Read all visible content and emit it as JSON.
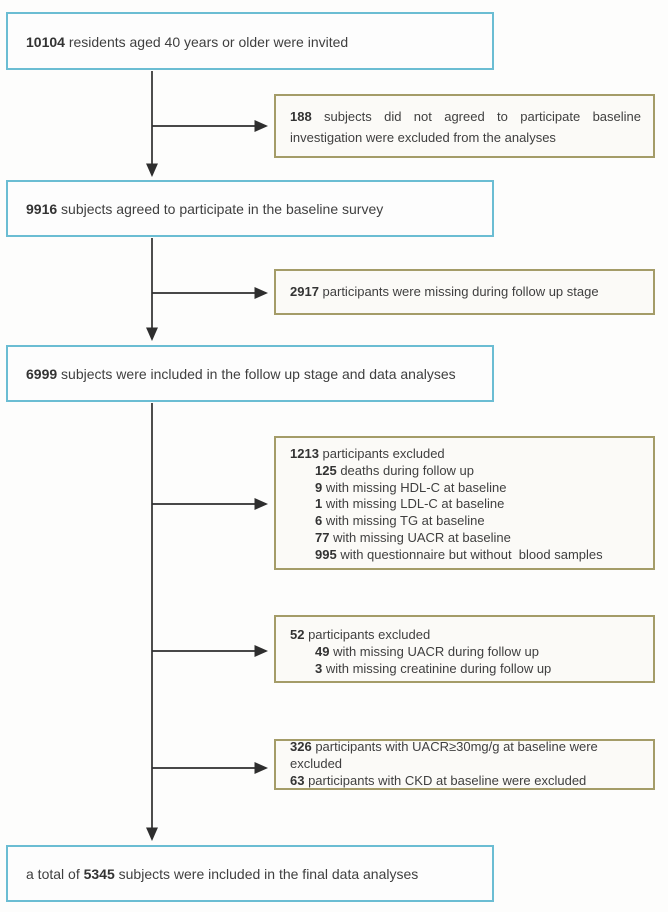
{
  "colors": {
    "main_box_border": "#6bbdd3",
    "side_box_border": "#a49c68",
    "arrow": "#2e2e2e",
    "text": "#3f3f3f"
  },
  "flow": {
    "main_boxes": [
      {
        "number": "10104",
        "text": " residents aged 40 years or older were invited"
      },
      {
        "number": "9916",
        "text": " subjects agreed to participate in the baseline survey"
      },
      {
        "number": "6999",
        "text": " subjects were included in the follow up stage and data analyses"
      },
      {
        "prefix": "a total of ",
        "number": "5345",
        "text": " subjects were included in the final data analyses"
      }
    ],
    "side_boxes": [
      {
        "lines": [
          {
            "number": "188",
            "text": " subjects did not agreed to participate baseline investigation were excluded from the analyses"
          }
        ]
      },
      {
        "lines": [
          {
            "number": "2917",
            "text": " participants were missing during follow up stage"
          }
        ]
      },
      {
        "lines": [
          {
            "number": "1213",
            "text": " participants excluded"
          },
          {
            "number": "125",
            "text": " deaths during follow up"
          },
          {
            "number": "9",
            "text": " with missing HDL-C at baseline"
          },
          {
            "number": "1",
            "text": " with missing LDL-C at baseline"
          },
          {
            "number": "6",
            "text": " with missing TG at baseline"
          },
          {
            "number": "77",
            "text": " with missing UACR at baseline"
          },
          {
            "number": "995",
            "text": " with questionnaire but without  blood samples"
          }
        ]
      },
      {
        "lines": [
          {
            "number": "52",
            "text": " participants excluded"
          },
          {
            "number": "49",
            "text": " with missing UACR during follow up"
          },
          {
            "number": "3",
            "text": " with missing creatinine during follow up"
          }
        ]
      },
      {
        "lines": [
          {
            "number": "326",
            "text": " participants with UACR≥30mg/g at baseline were excluded"
          },
          {
            "number": "63",
            "text": " participants with CKD at baseline were excluded"
          }
        ]
      }
    ]
  }
}
